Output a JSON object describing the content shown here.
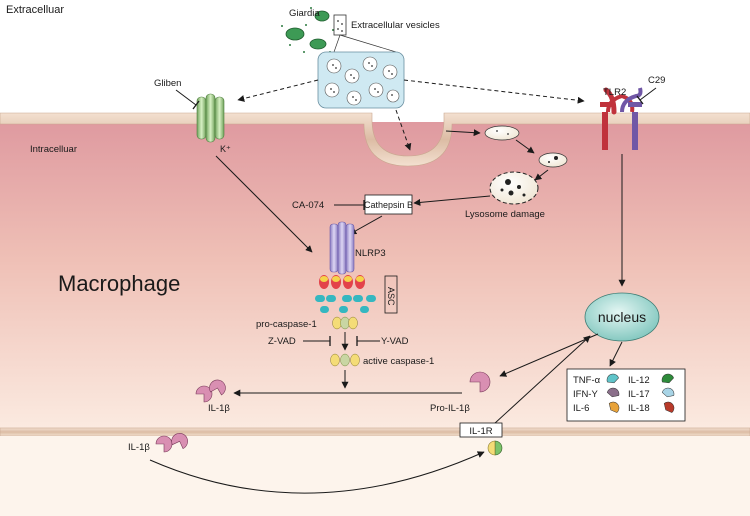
{
  "regions": {
    "extracellular": "Extracelluar",
    "intracellular": "Intracelluar",
    "cell": "Macrophage"
  },
  "labels": {
    "giardia": "Giardia",
    "vesicles": "Extracellular vesicles",
    "gliben": "Gliben",
    "k_ion": "K⁺",
    "tlr2": "TLR2",
    "c29": "C29",
    "ca074": "CA-074",
    "cathepsin": "Cathepsin B",
    "lysosome": "Lysosome damage",
    "nlrp3": "NLRP3",
    "asc": "ASC",
    "procasp": "pro-caspase-1",
    "zvad": "Z-VAD",
    "yvad": "Y-VAD",
    "activecasp": "active caspase-1",
    "il1b_inside": "IL-1β",
    "proil1b": "Pro-IL-1β",
    "nucleus": "nucleus",
    "il1b_outside": "IL-1β",
    "il1r": "IL-1R"
  },
  "cytokines": [
    {
      "name": "TNF-α",
      "color": "#5fc4c9"
    },
    {
      "name": "IL-12",
      "color": "#2e8b3a"
    },
    {
      "name": "IFN-Y",
      "color": "#8a6f8a"
    },
    {
      "name": "IL-17",
      "color": "#a8d4e6"
    },
    {
      "name": "IL-6",
      "color": "#e8a33a"
    },
    {
      "name": "IL-18",
      "color": "#b83a2a"
    }
  ],
  "colors": {
    "membrane": "#e8cdb6",
    "cytoplasm_top": "#df9aa0",
    "cytoplasm_bottom": "#fbe9e0",
    "nucleus": "#a6dcd6",
    "vesicle_box": "#cfe9f2",
    "channel": "#a9d291",
    "nlrp3": "#a99bd3",
    "tlr2_red": "#c0323c",
    "tlr2_purple": "#7057a6"
  }
}
